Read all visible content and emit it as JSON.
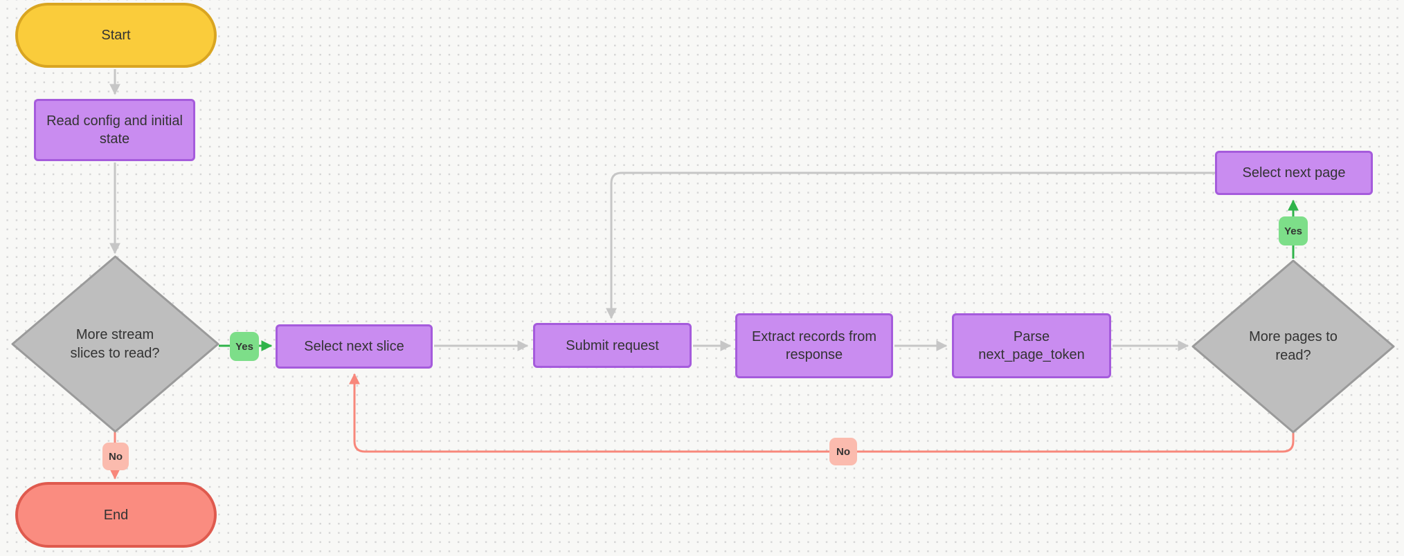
{
  "diagram": {
    "background": {
      "color": "#f8f8f6",
      "dot_color": "#d6d6d6"
    },
    "colors": {
      "edge_gray": "#c6c6c6",
      "edge_green": "#2fb34a",
      "edge_pink": "#f8877b",
      "text": "#333333"
    },
    "nodes": {
      "start": {
        "label": "Start",
        "shape": "stadium",
        "fill": "#facc3b",
        "border": "#d9a521"
      },
      "read_config": {
        "label": "Read config and initial state",
        "shape": "rect",
        "fill": "#c98cf0",
        "border": "#a55bdc"
      },
      "more_slices": {
        "label": "More stream slices to read?",
        "shape": "diamond",
        "fill": "#bebebe",
        "border": "#9a9a9a"
      },
      "select_next_slice": {
        "label": "Select next slice",
        "shape": "rect",
        "fill": "#c98cf0",
        "border": "#a55bdc"
      },
      "submit_request": {
        "label": "Submit request",
        "shape": "rect",
        "fill": "#c98cf0",
        "border": "#a55bdc"
      },
      "extract_records": {
        "label": "Extract records from response",
        "shape": "rect",
        "fill": "#c98cf0",
        "border": "#a55bdc"
      },
      "parse_token": {
        "label": "Parse next_page_token",
        "shape": "rect",
        "fill": "#c98cf0",
        "border": "#a55bdc"
      },
      "more_pages": {
        "label": "More pages to read?",
        "shape": "diamond",
        "fill": "#bebebe",
        "border": "#9a9a9a"
      },
      "select_next_page": {
        "label": "Select next page",
        "shape": "rect",
        "fill": "#c98cf0",
        "border": "#a55bdc"
      },
      "end": {
        "label": "End",
        "shape": "stadium",
        "fill": "#fa8c80",
        "border": "#df5a4e"
      }
    },
    "edge_labels": {
      "yes_slices": {
        "text": "Yes",
        "fill": "#7dde89"
      },
      "no_slices": {
        "text": "No",
        "fill": "#fbbbae"
      },
      "yes_pages": {
        "text": "Yes",
        "fill": "#7dde89"
      },
      "no_pages": {
        "text": "No",
        "fill": "#fbbbae"
      }
    }
  }
}
